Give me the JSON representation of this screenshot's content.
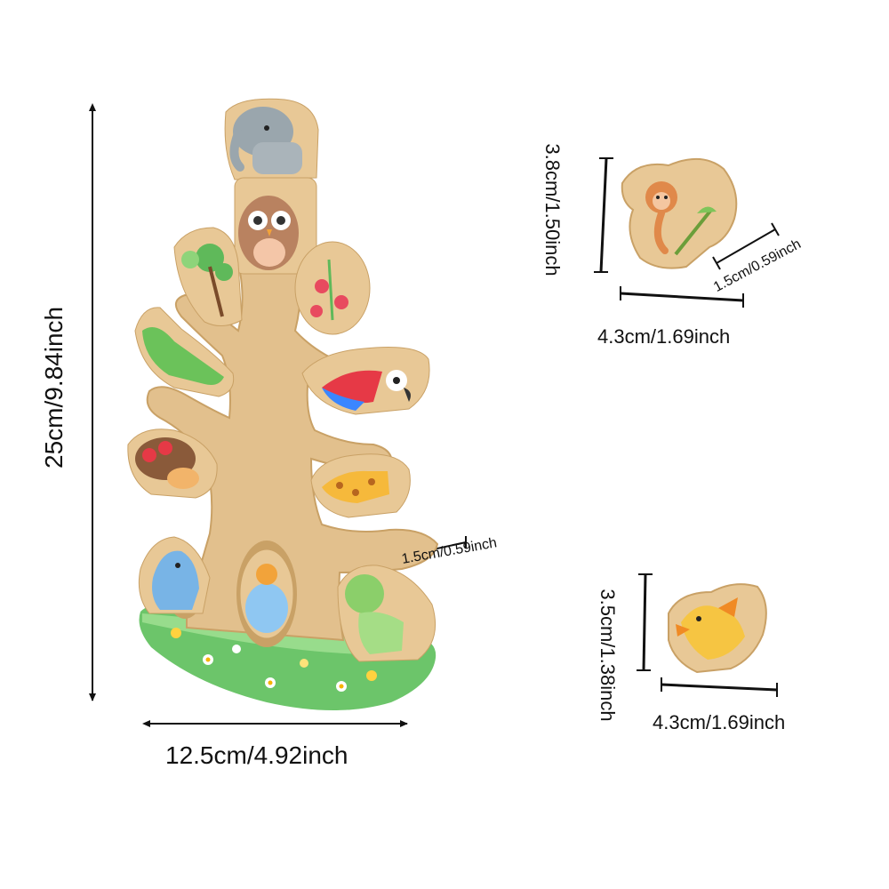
{
  "dimensions": {
    "tree_height": "25cm/9.84inch",
    "tree_width": "12.5cm/4.92inch",
    "tree_thickness": "1.5cm/0.59inch",
    "monkey_height": "3.8cm/1.50inch",
    "monkey_width": "4.3cm/1.69inch",
    "monkey_thickness": "1.5cm/0.59inch",
    "dino_height": "3.5cm/1.38inch",
    "dino_width": "4.3cm/1.69inch"
  },
  "colors": {
    "wood": "#e2c08d",
    "wood_dark": "#c9a166",
    "grass": "#6cc56a",
    "grass_light": "#98dc8c",
    "arrow": "#111111"
  },
  "figures": [
    "elephant",
    "owl",
    "tree",
    "flowers",
    "crocodile",
    "parrot",
    "hedgehog",
    "giraffe",
    "dinosaur",
    "egg",
    "triceratops",
    "monkey",
    "pterosaur"
  ]
}
